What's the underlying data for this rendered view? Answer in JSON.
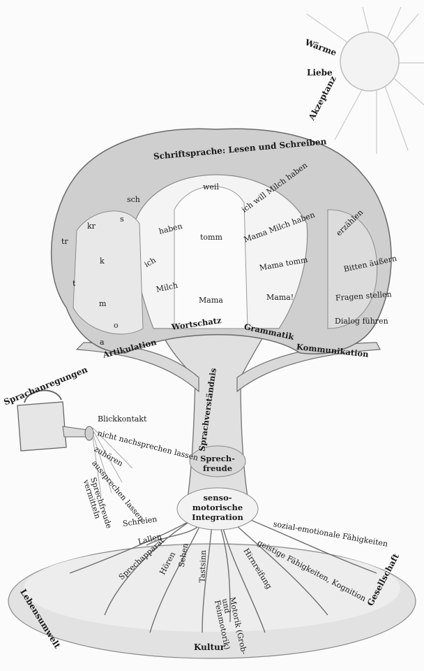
{
  "sun": {
    "labels": [
      "Wärme",
      "Liebe",
      "Akzeptanz"
    ]
  },
  "crown": {
    "top": "Schriftsprache: Lesen und Schreiben",
    "articulation": {
      "title": "Artikulation",
      "sounds": [
        "sch",
        "s",
        "kr",
        "tr",
        "k",
        "t",
        "m",
        "o",
        "a"
      ]
    },
    "vocabulary": {
      "title": "Wortschatz",
      "words": [
        "weil",
        "haben",
        "tomm",
        "ich",
        "Milch",
        "Mama"
      ]
    },
    "grammar": {
      "title": "Grammatik",
      "phrases": [
        "ich will Milch haben",
        "Mama Milch haben",
        "Mama tomm",
        "Mama!"
      ]
    },
    "communication": {
      "title": "Kommunikation",
      "items": [
        "erzählen",
        "Bitten äußern",
        "Fragen stellen",
        "Dialog führen"
      ]
    }
  },
  "trunk": {
    "label": "Sprachverständnis",
    "joy": "Sprech-\nfreude",
    "integration": "senso-\nmotorische\nIntegration"
  },
  "watering_can": {
    "title": "Sprachanregungen",
    "items": [
      "Blickkontakt",
      "nicht nachsprechen lassen",
      "zuhören",
      "aussprechen lassen",
      "Sprechfreude vermitteln"
    ]
  },
  "roots": {
    "items": [
      "Schreien",
      "Lallen",
      "Sprechapparat",
      "Hören",
      "Sehen",
      "Tastsinn",
      "Motorik (Grob- und Feinmotorik)",
      "Hirnreifung",
      "geistige Fähigkeiten, Kognition",
      "sozial-emotionale Fähigkeiten"
    ]
  },
  "ground": {
    "left": "Lebensumwelt",
    "right": "Gesellschaft",
    "bottom": "Kultur"
  }
}
